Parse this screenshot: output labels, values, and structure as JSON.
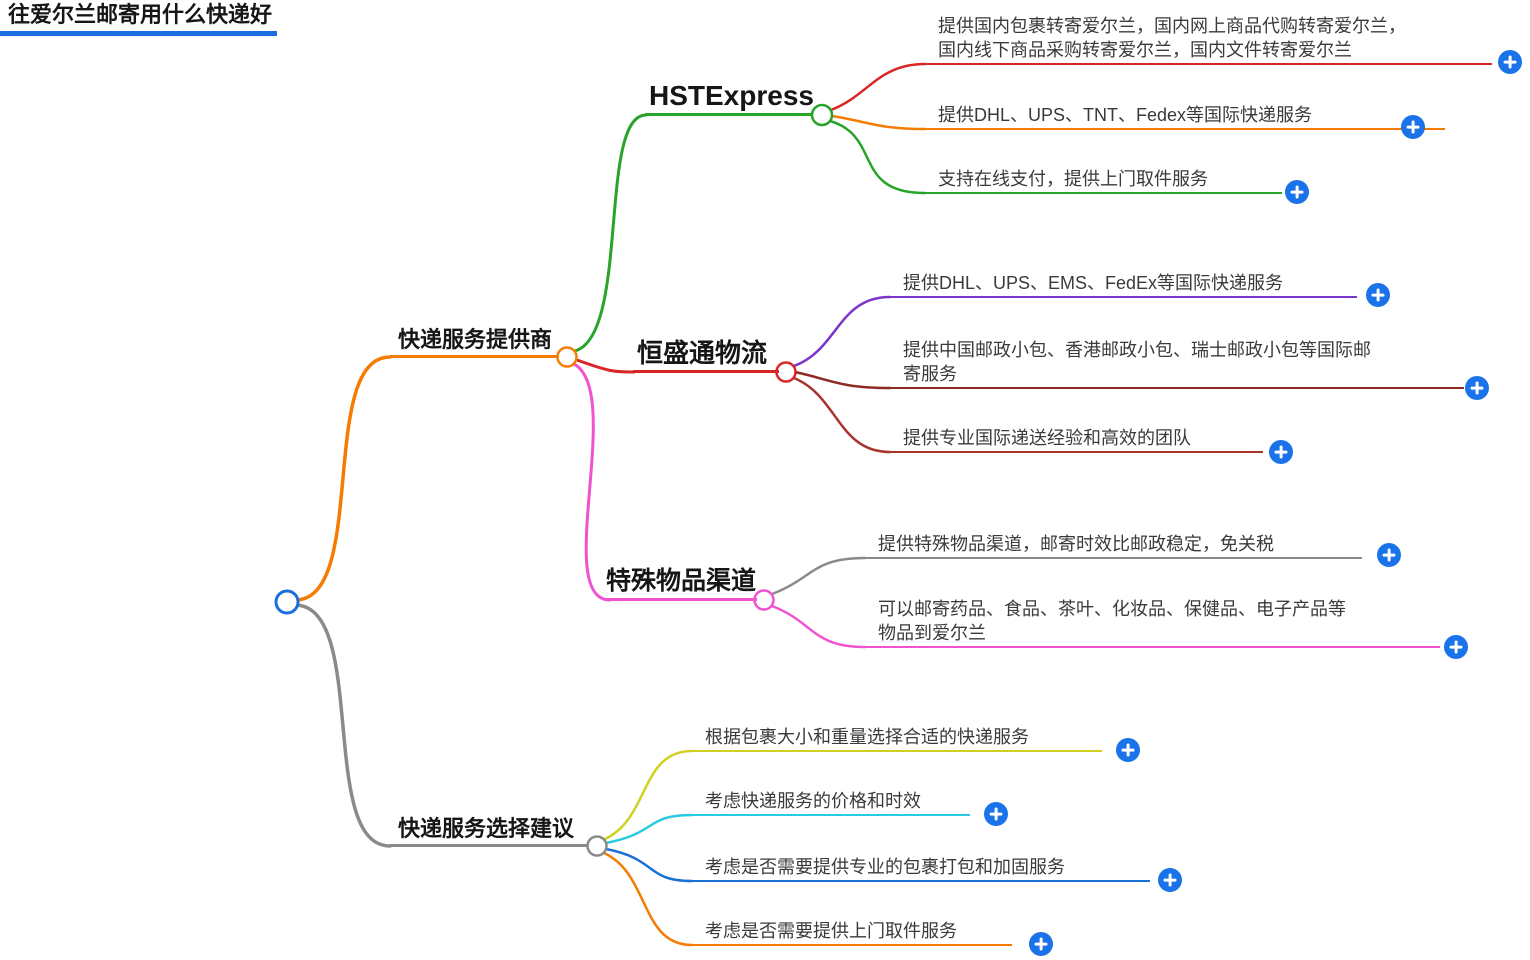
{
  "mindmap": {
    "root": {
      "label": "往爱尔兰邮寄用什么快递好",
      "color": "#1a6fe0"
    },
    "branches": {
      "providers": {
        "label": "快递服务提供商",
        "color": "#f57c00",
        "children": {
          "hst": {
            "label": "HSTExpress",
            "color": "#28a428",
            "leaves": [
              {
                "text": "提供国内包裹转寄爱尔兰，国内网上商品代购转寄爱尔兰，国内线下商品采购转寄爱尔兰，国内文件转寄爱尔兰",
                "color": "#d92525"
              },
              {
                "text": "提供DHL、UPS、TNT、Fedex等国际快递服务",
                "color": "#f57c00"
              },
              {
                "text": "支持在线支付，提供上门取件服务",
                "color": "#28a428"
              }
            ]
          },
          "hengshengtong": {
            "label": "恒盛通物流",
            "color": "#d92525",
            "leaves": [
              {
                "text": "提供DHL、UPS、EMS、FedEx等国际快递服务",
                "color": "#7b35cc"
              },
              {
                "text": "提供中国邮政小包、香港邮政小包、瑞士邮政小包等国际邮寄服务",
                "color": "#8e2a22"
              },
              {
                "text": "提供专业国际递送经验和高效的团队",
                "color": "#a8342c"
              }
            ]
          },
          "special": {
            "label": "特殊物品渠道",
            "color": "#f052d0",
            "leaves": [
              {
                "text": "提供特殊物品渠道，邮寄时效比邮政稳定，免关税",
                "color": "#8a8a8a"
              },
              {
                "text": "可以邮寄药品、食品、茶叶、化妆品、保健品、电子产品等物品到爱尔兰",
                "color": "#f052d0"
              }
            ]
          }
        }
      },
      "advice": {
        "label": "快递服务选择建议",
        "color": "#8a8a8a",
        "leaves": [
          {
            "text": "根据包裹大小和重量选择合适的快递服务",
            "color": "#d0d020"
          },
          {
            "text": "考虑快递服务的价格和时效",
            "color": "#29cbe0"
          },
          {
            "text": "考虑是否需要提供专业的包裹打包和加固服务",
            "color": "#1a6fd8"
          },
          {
            "text": "考虑是否需要提供上门取件服务",
            "color": "#f57c00"
          }
        ]
      }
    }
  },
  "ui": {
    "add_button_color": "#1a73e8",
    "background": "#ffffff"
  }
}
